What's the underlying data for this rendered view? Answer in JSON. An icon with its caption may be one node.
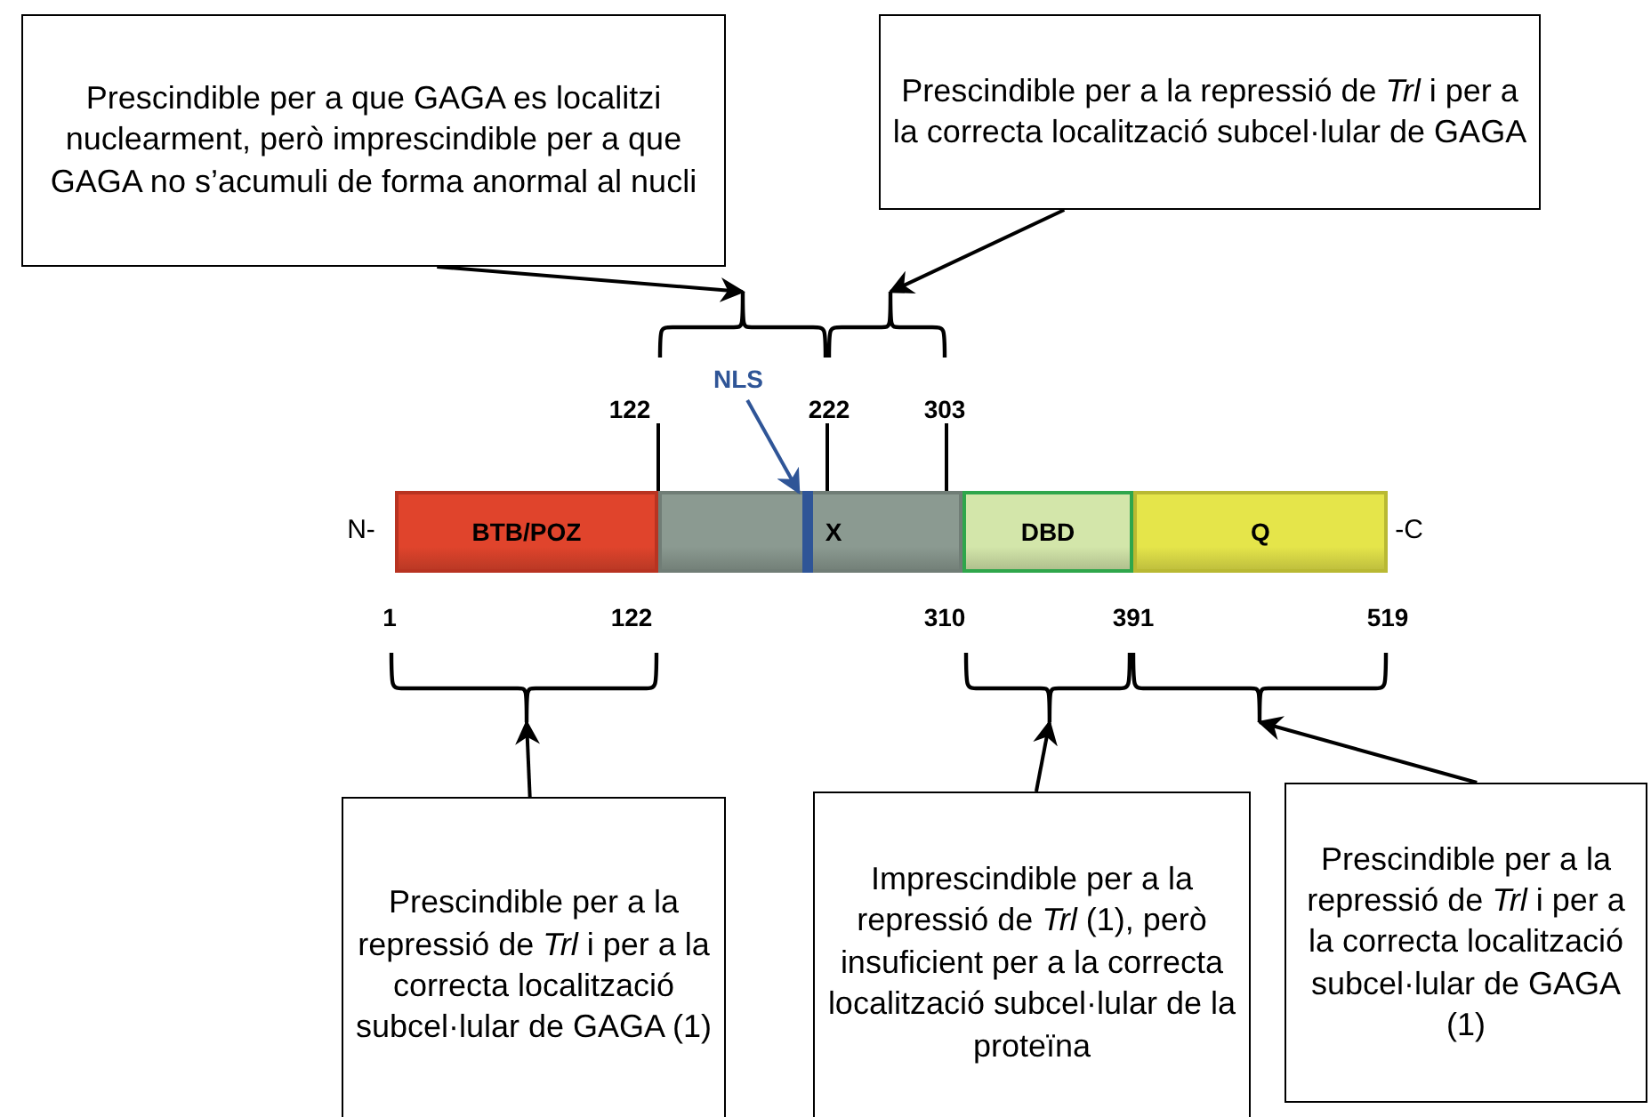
{
  "diagram": {
    "nodes": [
      {
        "text": [
          "Prescindible per a que GAGA es localitzi nuclearment, però imprescindible per a que GAGA no s’acumuli de forma anormal al nucli"
        ]
      },
      {
        "text": [
          "Prescindible per a la repressió de *Trl* i per a la correcta localització subcel·lular de GAGA"
        ]
      },
      {
        "text": [],
        "shape": "bracket"
      },
      {
        "text": [],
        "shape": "bracket"
      },
      {
        "text": [
          "NLS"
        ]
      },
      {
        "text": [
          "BTB/POZ"
        ]
      },
      {
        "text": [
          "X"
        ]
      },
      {
        "text": [],
        "shape": "bar",
        "in": 6
      },
      {
        "text": [
          "DBD"
        ]
      },
      {
        "text": [
          "Q"
        ]
      },
      {
        "text": [],
        "shape": "bracket"
      },
      {
        "text": [],
        "shape": "bracket"
      },
      {
        "text": [],
        "shape": "bracket"
      },
      {
        "text": [
          "Prescindible per a la repressió de *Trl* i per a la correcta localització subcel·lular de GAGA (1)"
        ]
      },
      {
        "text": [
          "Imprescindible per a la repressió de *Trl* (1), però insuficient per a la correcta localització subcel·lular de la proteïna"
        ]
      },
      {
        "text": [
          "Prescindible per a la repressió de *Trl* i per a la correcta localització subcel·lular de GAGA (1)"
        ]
      }
    ],
    "edges": [
      {
        "from": 0,
        "to": 2,
        "arrow": "to"
      },
      {
        "from": 1,
        "to": 3,
        "arrow": "to"
      },
      {
        "from": 4,
        "to": 7,
        "arrow": "to",
        "color": "#2f5597"
      },
      {
        "from": 13,
        "to": 10,
        "arrow": "to"
      },
      {
        "from": 14,
        "to": 11,
        "arrow": "to"
      },
      {
        "from": 15,
        "to": 12,
        "arrow": "to"
      }
    ],
    "labels": [
      "122",
      "222",
      "303",
      "N-",
      "-C",
      "1",
      "122",
      "310",
      "391",
      "519"
    ]
  }
}
